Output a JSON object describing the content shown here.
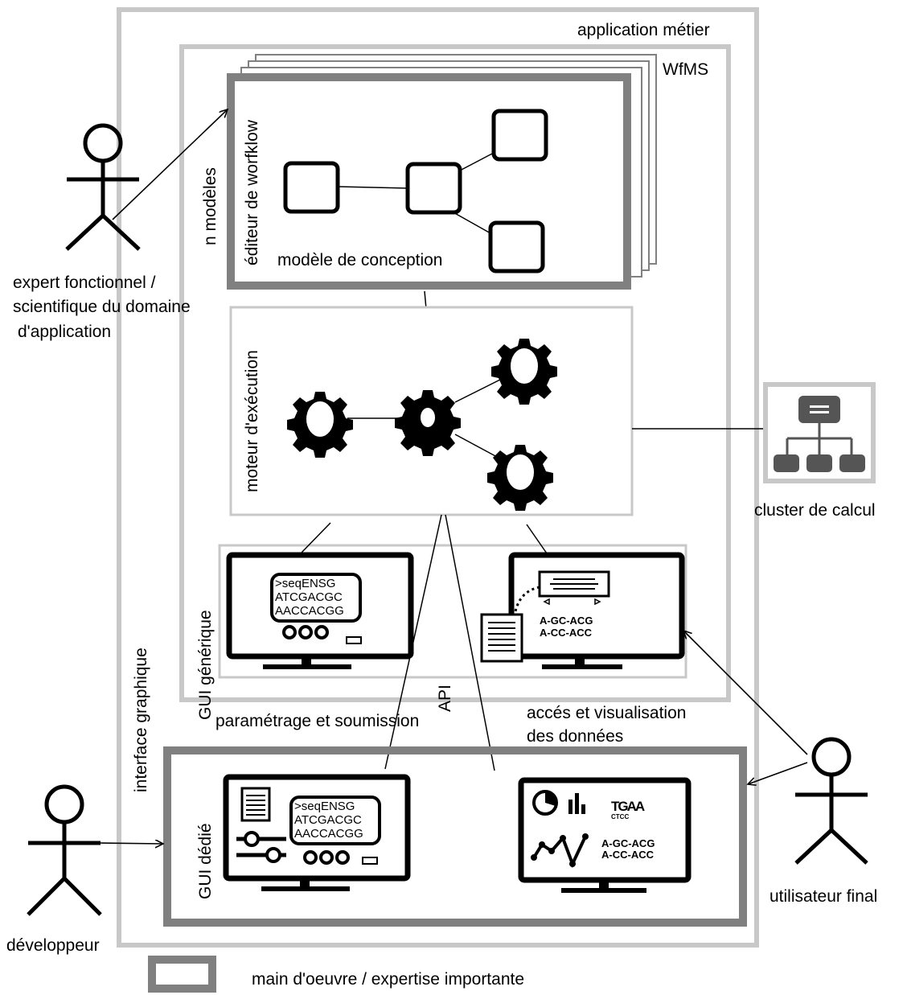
{
  "labels": {
    "application_metier": "application métier",
    "wfms": "WfMS",
    "n_modeles": "n modèles",
    "editeur_workflow": "éditeur de worfklow",
    "modele_conception": "modèle de conception",
    "moteur_execution": "moteur d'exécution",
    "cluster": "cluster de calcul",
    "gui_generique": "GUI générique",
    "gui_dedie": "GUI dédié",
    "interface_graphique": "interface graphique",
    "api": "API",
    "parametrage": "paramétrage et soumission",
    "acces_line1": "accés et visualisation",
    "acces_line2": "des données",
    "expert_line1": "expert fonctionnel /",
    "expert_line2": "scientifique du domaine",
    "expert_line3": "d'application",
    "developpeur": "développeur",
    "utilisateur": "utilisateur final",
    "legend": "main d'oeuvre / expertise importante"
  },
  "screens": {
    "seq1": ">seqENSG",
    "seq2": "ATCGACGC",
    "seq3": "AACCACGG",
    "align1": "A-GC-ACG",
    "align2": "A-CC-ACC",
    "logo_top": "TGAA",
    "logo_bottom": "CTCC"
  },
  "colors": {
    "outer_border": "#c8c8c8",
    "thick_border": "#808080",
    "ink": "#000000"
  }
}
